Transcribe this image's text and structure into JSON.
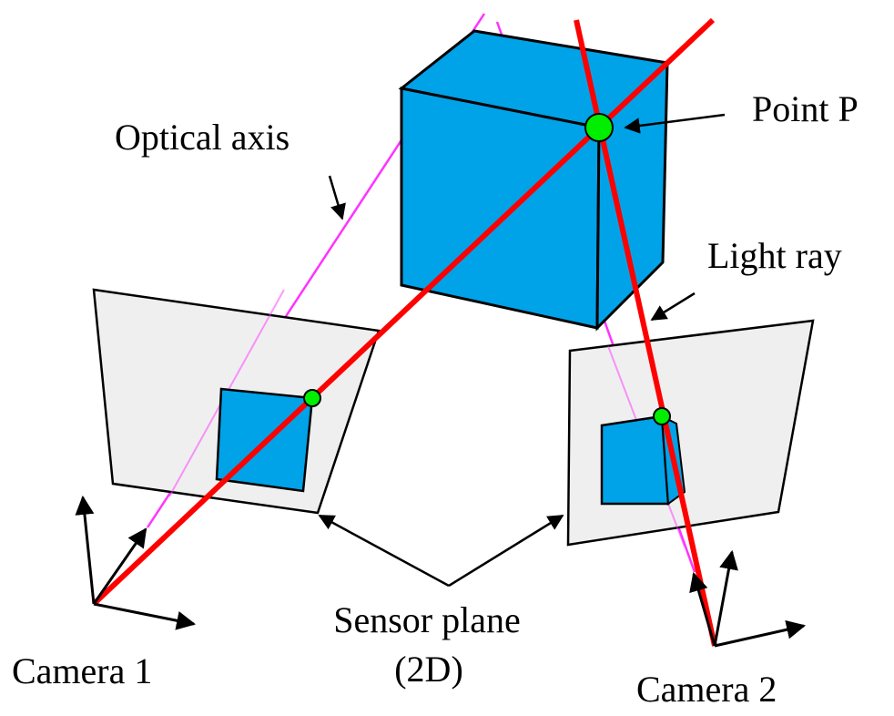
{
  "title": "Stereo camera triangulation diagram",
  "labels": {
    "optical_axis": "Optical axis",
    "point_p": "Point P",
    "light_ray": "Light ray",
    "sensor_plane_line1": "Sensor plane",
    "sensor_plane_line2": "(2D)",
    "camera1": "Camera 1",
    "camera2": "Camera 2"
  },
  "colors": {
    "cube_fill": "#00a2e8",
    "ray": "#ff0000",
    "optical_axis": "#ff33ff",
    "point": "#00ee00",
    "sensor_fill": "#efefef",
    "outline": "#000000"
  }
}
